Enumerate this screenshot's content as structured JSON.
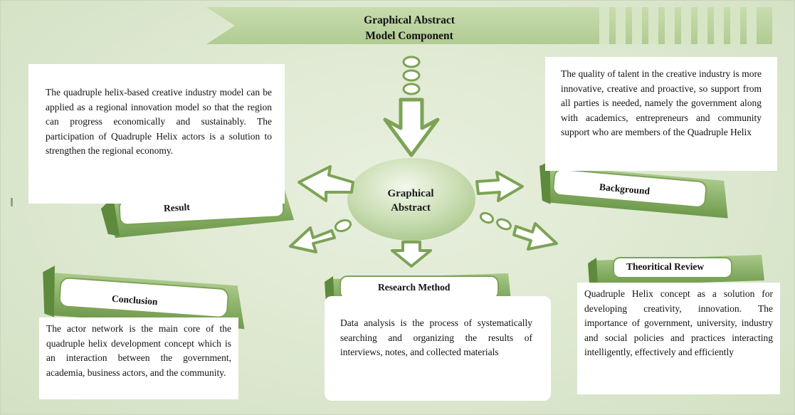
{
  "title": {
    "line1": "Graphical Abstract",
    "line2": "Model Component"
  },
  "center": {
    "line1": "Graphical",
    "line2": "Abstract"
  },
  "result": {
    "label": "Result",
    "text": "The quadruple helix-based creative industry model can be applied as a regional innovation model so that the region can progress economically and sustainably. The participation of Quadruple Helix actors is a solution to strengthen the regional economy."
  },
  "background": {
    "label": "Background",
    "text": "The quality of talent in the creative industry is more innovative, creative and proactive, so support from all parties is needed, namely the government along with academics, entrepreneurs and community support who are members of the Quadruple Helix"
  },
  "conclusion": {
    "label": "Conclusion",
    "text": "The actor network is the main core of the quadruple helix development concept which is an interaction between the government, academia, business actors, and the community."
  },
  "research_method": {
    "label": "Research Method",
    "text": "Data analysis is the process of systematically searching and organizing the results of interviews, notes, and collected materials"
  },
  "theoretical_review": {
    "label": "Theoritical Review",
    "text": "Quadruple Helix concept as a solution for developing creativity, innovation. The importance of government, university, industry and social policies and practices interacting intelligently, effectively and efficiently"
  },
  "colors": {
    "background": "#dde8d0",
    "banner": "#b9d19c",
    "accent": "#7fa65a",
    "arrow_fill": "#ffffff",
    "arrow_stroke": "#7da356",
    "bubble": "#c4d9ad"
  }
}
